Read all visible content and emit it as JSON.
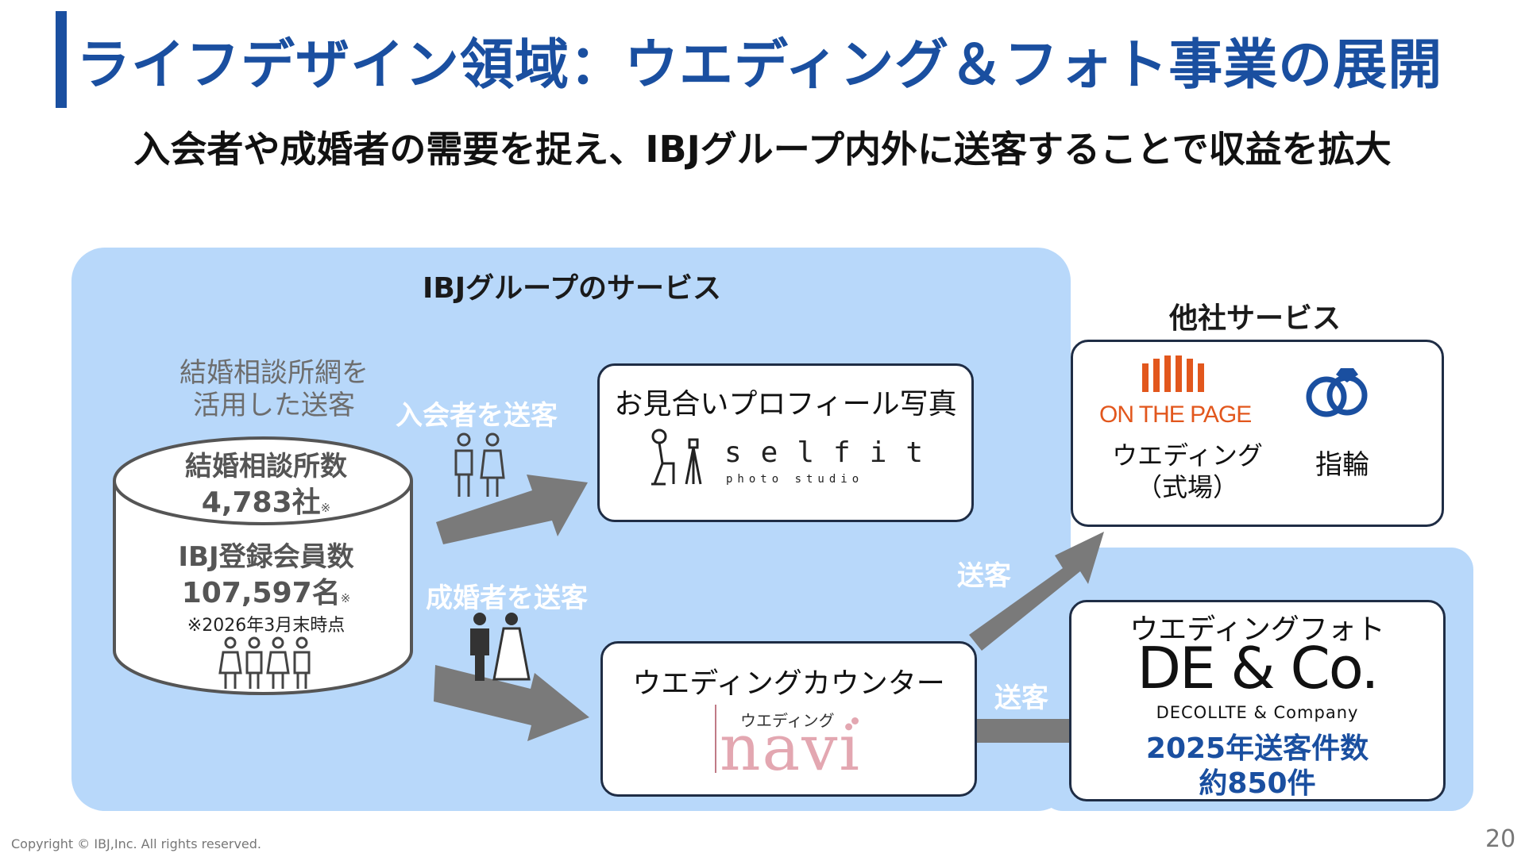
{
  "header": {
    "title": "ライフデザイン領域：ウエディング＆フォト事業の展開",
    "subtitle": "入会者や成婚者の需要を捉え、IBJグループ内外に送客することで収益を拡大"
  },
  "ibj_group": {
    "title": "IBJグループのサービス",
    "network_caption": [
      "結婚相談所網を",
      "活用した送客"
    ],
    "agencies_label": "結婚相談所数",
    "agencies_value": "4,783社",
    "members_label": "IBJ登録会員数",
    "members_value": "107,597名",
    "note_mark": "※",
    "asof_note": "※2026年3月末時点",
    "people_icon": "group-of-people-icon"
  },
  "flows": {
    "enroll_label": "入会者を送客",
    "married_label": "成婚者を送客",
    "send_label_upper": "送客",
    "send_label_lower": "送客"
  },
  "services": {
    "photo_title": "お見合いプロフィール写真",
    "selfit_brand": "selfit",
    "selfit_sub": "photo studio",
    "counter_title": "ウエディングカウンター",
    "navi_kana": "ウエディング",
    "navi_word": "navi"
  },
  "other_companies": {
    "title": "他社サービス",
    "otp_logo": "ON THE PAGE",
    "otp_caption": [
      "ウエディング",
      "（式場）"
    ],
    "ring_caption": "指輪",
    "deco_caption": "ウエディングフォト",
    "deco_logo": "DE & Co.",
    "deco_sub": "DECOLLTE & Company",
    "deco_stat1": "2025年送客件数",
    "deco_stat2": "約850件"
  },
  "footer": {
    "copyright": "Copyright © IBJ,Inc. All rights reserved.",
    "page_number": "20"
  },
  "colors": {
    "title_blue": "#1a4fa0",
    "area_blue": "#b8d8fa",
    "arrow_gray": "#7a7a7a",
    "otp_orange": "#e2571d",
    "navi_pink": "#e3a7b1",
    "ring_blue": "#1a4fa0"
  }
}
